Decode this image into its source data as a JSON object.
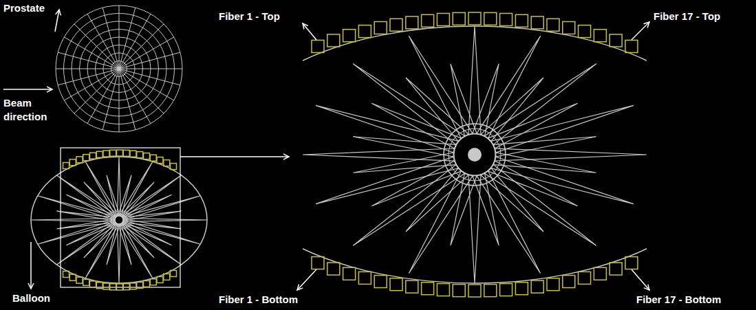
{
  "diagram": {
    "labels": [
      "Prostate",
      "Beam direction",
      "Balloon",
      "Fiber 1 - Top",
      "Fiber 17 - Top",
      "Fiber 1 - Bottom",
      "Fiber 17 - Bottom"
    ]
  }
}
